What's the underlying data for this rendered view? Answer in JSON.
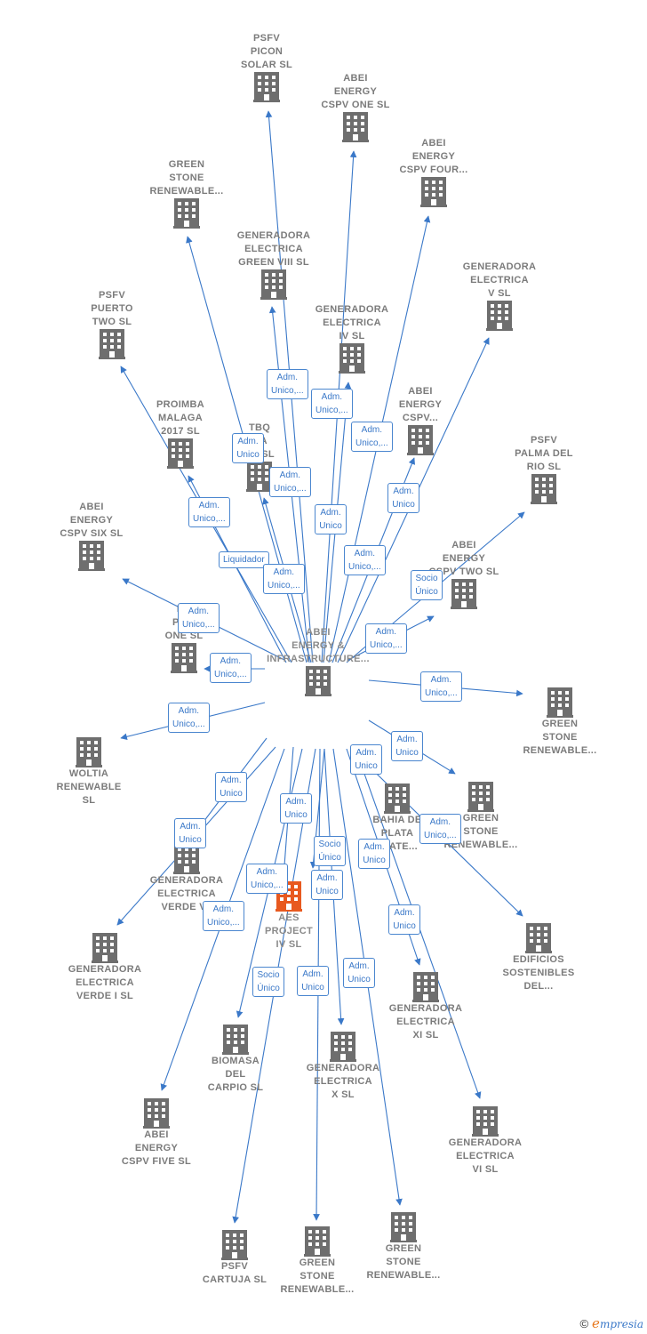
{
  "colors": {
    "edge": "#3a78c8",
    "building": "#6e6e6e",
    "highlight": "#e8591f"
  },
  "nodes": [
    {
      "id": "center",
      "label": "ABEI\nENERGY &\nINFRASTRUCTURE...",
      "role": "main"
    },
    {
      "id": "n1",
      "label": "PSFV\nPICON\nSOLAR  SL"
    },
    {
      "id": "n2",
      "label": "ABEI\nENERGY\nCSPV ONE  SL"
    },
    {
      "id": "n3",
      "label": "ABEI\nENERGY\nCSPV FOUR..."
    },
    {
      "id": "n4",
      "label": "GREEN\nSTONE\nRENEWABLE..."
    },
    {
      "id": "n5",
      "label": "GENERADORA\nELECTRICA\nGREEN VIII  SL"
    },
    {
      "id": "n6",
      "label": "GENERADORA\nELECTRICA\nV  SL"
    },
    {
      "id": "n7",
      "label": "PSFV\nPUERTO\nTWO  SL"
    },
    {
      "id": "n8",
      "label": "GENERADORA\nELECTRICA\nIV  SL"
    },
    {
      "id": "n9",
      "label": "ABEI\nENERGY\nCSPV..."
    },
    {
      "id": "n10",
      "label": "PROIMBA\nMALAGA\n2017  SL"
    },
    {
      "id": "n11",
      "label": "TBQ\nITA\nT...  SL"
    },
    {
      "id": "n12",
      "label": "PSFV\nPALMA DEL\nRIO  SL"
    },
    {
      "id": "n13",
      "label": "ABEI\nENERGY\nCSPV SIX  SL"
    },
    {
      "id": "n14",
      "label": "ABEI\nENERGY\nCSPV TWO  SL"
    },
    {
      "id": "n15",
      "label": "P...\nPU...\nONE  SL"
    },
    {
      "id": "n16",
      "label": "GREEN\nSTONE\nRENEWABLE..."
    },
    {
      "id": "n17",
      "label": "WOLTIA\nRENEWABLE\nSL"
    },
    {
      "id": "n18",
      "label": "BAHIA DE\nPLATA\nSTATE..."
    },
    {
      "id": "n19",
      "label": "GREEN\nSTONE\nRENEWABLE..."
    },
    {
      "id": "n20",
      "label": "GENERADORA\nELECTRICA\nVERDE VII"
    },
    {
      "id": "n21",
      "label": "AES\nPROJECT\nIV  SL",
      "role": "highlight"
    },
    {
      "id": "n22",
      "label": "EDIFICIOS\nSOSTENIBLES\nDEL..."
    },
    {
      "id": "n23",
      "label": "GENERADORA\nELECTRICA\nVERDE I  SL"
    },
    {
      "id": "n24",
      "label": "GENERADORA\nELECTRICA\nXI  SL"
    },
    {
      "id": "n25",
      "label": "BIOMASA\nDEL\nCARPIO  SL"
    },
    {
      "id": "n26",
      "label": "GENERADORA\nELECTRICA\nX  SL"
    },
    {
      "id": "n27",
      "label": "GENERADORA\nELECTRICA\nVI  SL"
    },
    {
      "id": "n28",
      "label": "ABEI\nENERGY\nCSPV FIVE  SL"
    },
    {
      "id": "n29",
      "label": "PSFV\nCARTUJA  SL"
    },
    {
      "id": "n30",
      "label": "GREEN\nSTONE\nRENEWABLE..."
    },
    {
      "id": "n31",
      "label": "GREEN\nSTONE\nRENEWABLE..."
    }
  ],
  "edge_labels": [
    {
      "id": "e1",
      "text": "Adm.\nUnico,..."
    },
    {
      "id": "e2",
      "text": "Adm.\nUnico,..."
    },
    {
      "id": "e3",
      "text": "Adm.\nUnico,..."
    },
    {
      "id": "e4",
      "text": "Adm.\nUnico"
    },
    {
      "id": "e5",
      "text": "Adm.\nUnico,..."
    },
    {
      "id": "e6",
      "text": "Adm.\nUnico"
    },
    {
      "id": "e7",
      "text": "Adm.\nUnico,..."
    },
    {
      "id": "e8",
      "text": "Adm.\nUnico"
    },
    {
      "id": "e9",
      "text": "Liquidador"
    },
    {
      "id": "e10",
      "text": "Adm.\nUnico,..."
    },
    {
      "id": "e11",
      "text": "Adm.\nUnico,..."
    },
    {
      "id": "e12",
      "text": "Socio\nÚnico"
    },
    {
      "id": "e13",
      "text": "Adm.\nUnico,..."
    },
    {
      "id": "e14",
      "text": "Adm.\nUnico,..."
    },
    {
      "id": "e15",
      "text": "Adm.\nUnico,..."
    },
    {
      "id": "e16",
      "text": "Adm.\nUnico,..."
    },
    {
      "id": "e17",
      "text": "Adm.\nUnico,..."
    },
    {
      "id": "e18",
      "text": "Adm.\nUnico"
    },
    {
      "id": "e19",
      "text": "Adm.\nUnico"
    },
    {
      "id": "e20",
      "text": "Adm.\nUnico"
    },
    {
      "id": "e21",
      "text": "Adm.\nUnico"
    },
    {
      "id": "e22",
      "text": "Adm.\nUnico,..."
    },
    {
      "id": "e23",
      "text": "Adm.\nUnico"
    },
    {
      "id": "e24",
      "text": "Socio\nÚnico"
    },
    {
      "id": "e25",
      "text": "Adm.\nUnico"
    },
    {
      "id": "e26",
      "text": "Adm.\nUnico,..."
    },
    {
      "id": "e27",
      "text": "Adm.\nUnico"
    },
    {
      "id": "e28",
      "text": "Adm.\nUnico,..."
    },
    {
      "id": "e29",
      "text": "Adm.\nUnico"
    },
    {
      "id": "e30",
      "text": "Socio\nÚnico"
    },
    {
      "id": "e31",
      "text": "Adm.\nUnico"
    },
    {
      "id": "e32",
      "text": "Adm.\nUnico"
    }
  ],
  "footer": {
    "copyright": "©",
    "brand_initial": "e",
    "brand_rest": "mpresia"
  }
}
